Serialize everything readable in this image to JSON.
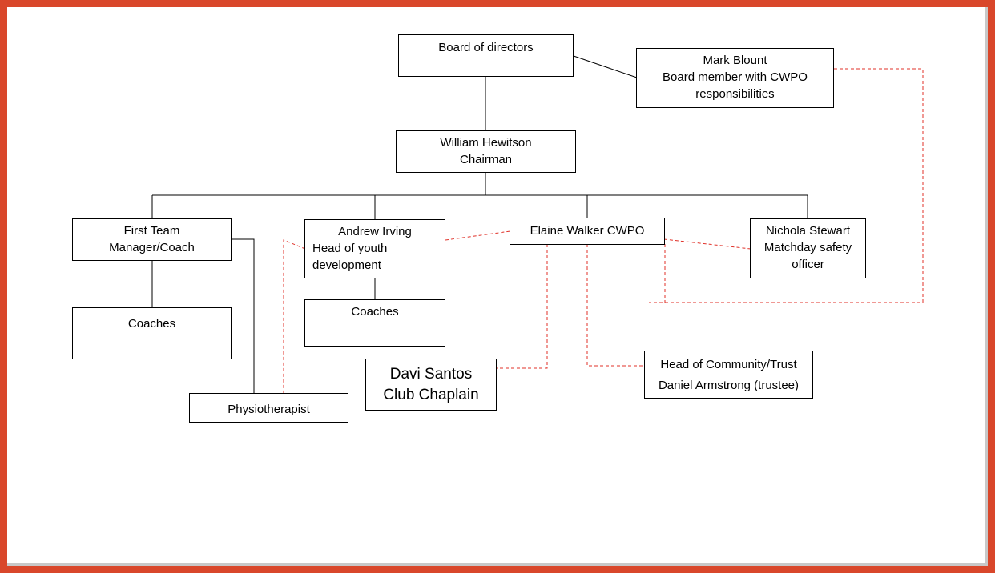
{
  "boxes": {
    "board": [
      "Board of directors"
    ],
    "mark": [
      "Mark Blount",
      "Board member with CWPO",
      "responsibilities"
    ],
    "chairman": [
      "William Hewitson",
      "Chairman"
    ],
    "first_team": [
      "First Team",
      "Manager/Coach"
    ],
    "andrew": [
      "Andrew Irving",
      "Head of youth",
      "development"
    ],
    "elaine": [
      "Elaine Walker CWPO"
    ],
    "nichola": [
      "Nichola Stewart",
      "Matchday safety",
      "officer"
    ],
    "coaches_left": [
      "Coaches"
    ],
    "coaches_mid": [
      "Coaches"
    ],
    "physio": [
      "Physiotherapist"
    ],
    "chaplain": [
      "Davi Santos",
      "Club Chaplain"
    ],
    "community": [
      "Head of Community/Trust",
      "Daniel Armstrong (trustee)"
    ]
  },
  "colors": {
    "border": "#d9472b",
    "solid_line": "#000000",
    "dashed_line": "#e0322a"
  }
}
